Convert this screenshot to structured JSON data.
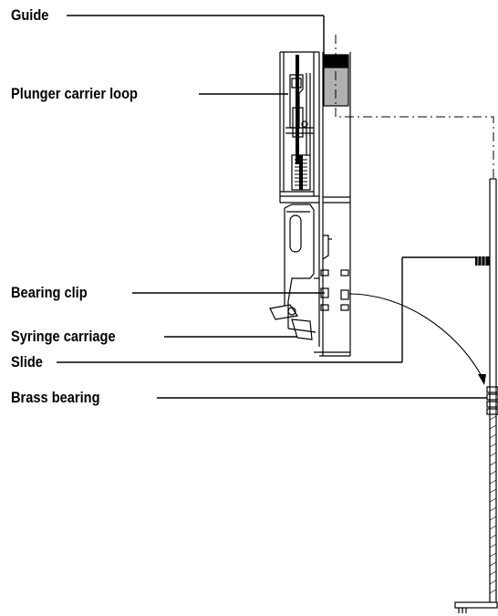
{
  "labels": {
    "guide": "Guide",
    "plunger_carrier_loop": "Plunger carrier loop",
    "bearing_clip": "Bearing clip",
    "syringe_carriage": "Syringe carriage",
    "slide": "Slide",
    "brass_bearing": "Brass bearing"
  },
  "colors": {
    "line": "#000000",
    "guide_fill": "#b0b0b0",
    "background": "#ffffff"
  }
}
